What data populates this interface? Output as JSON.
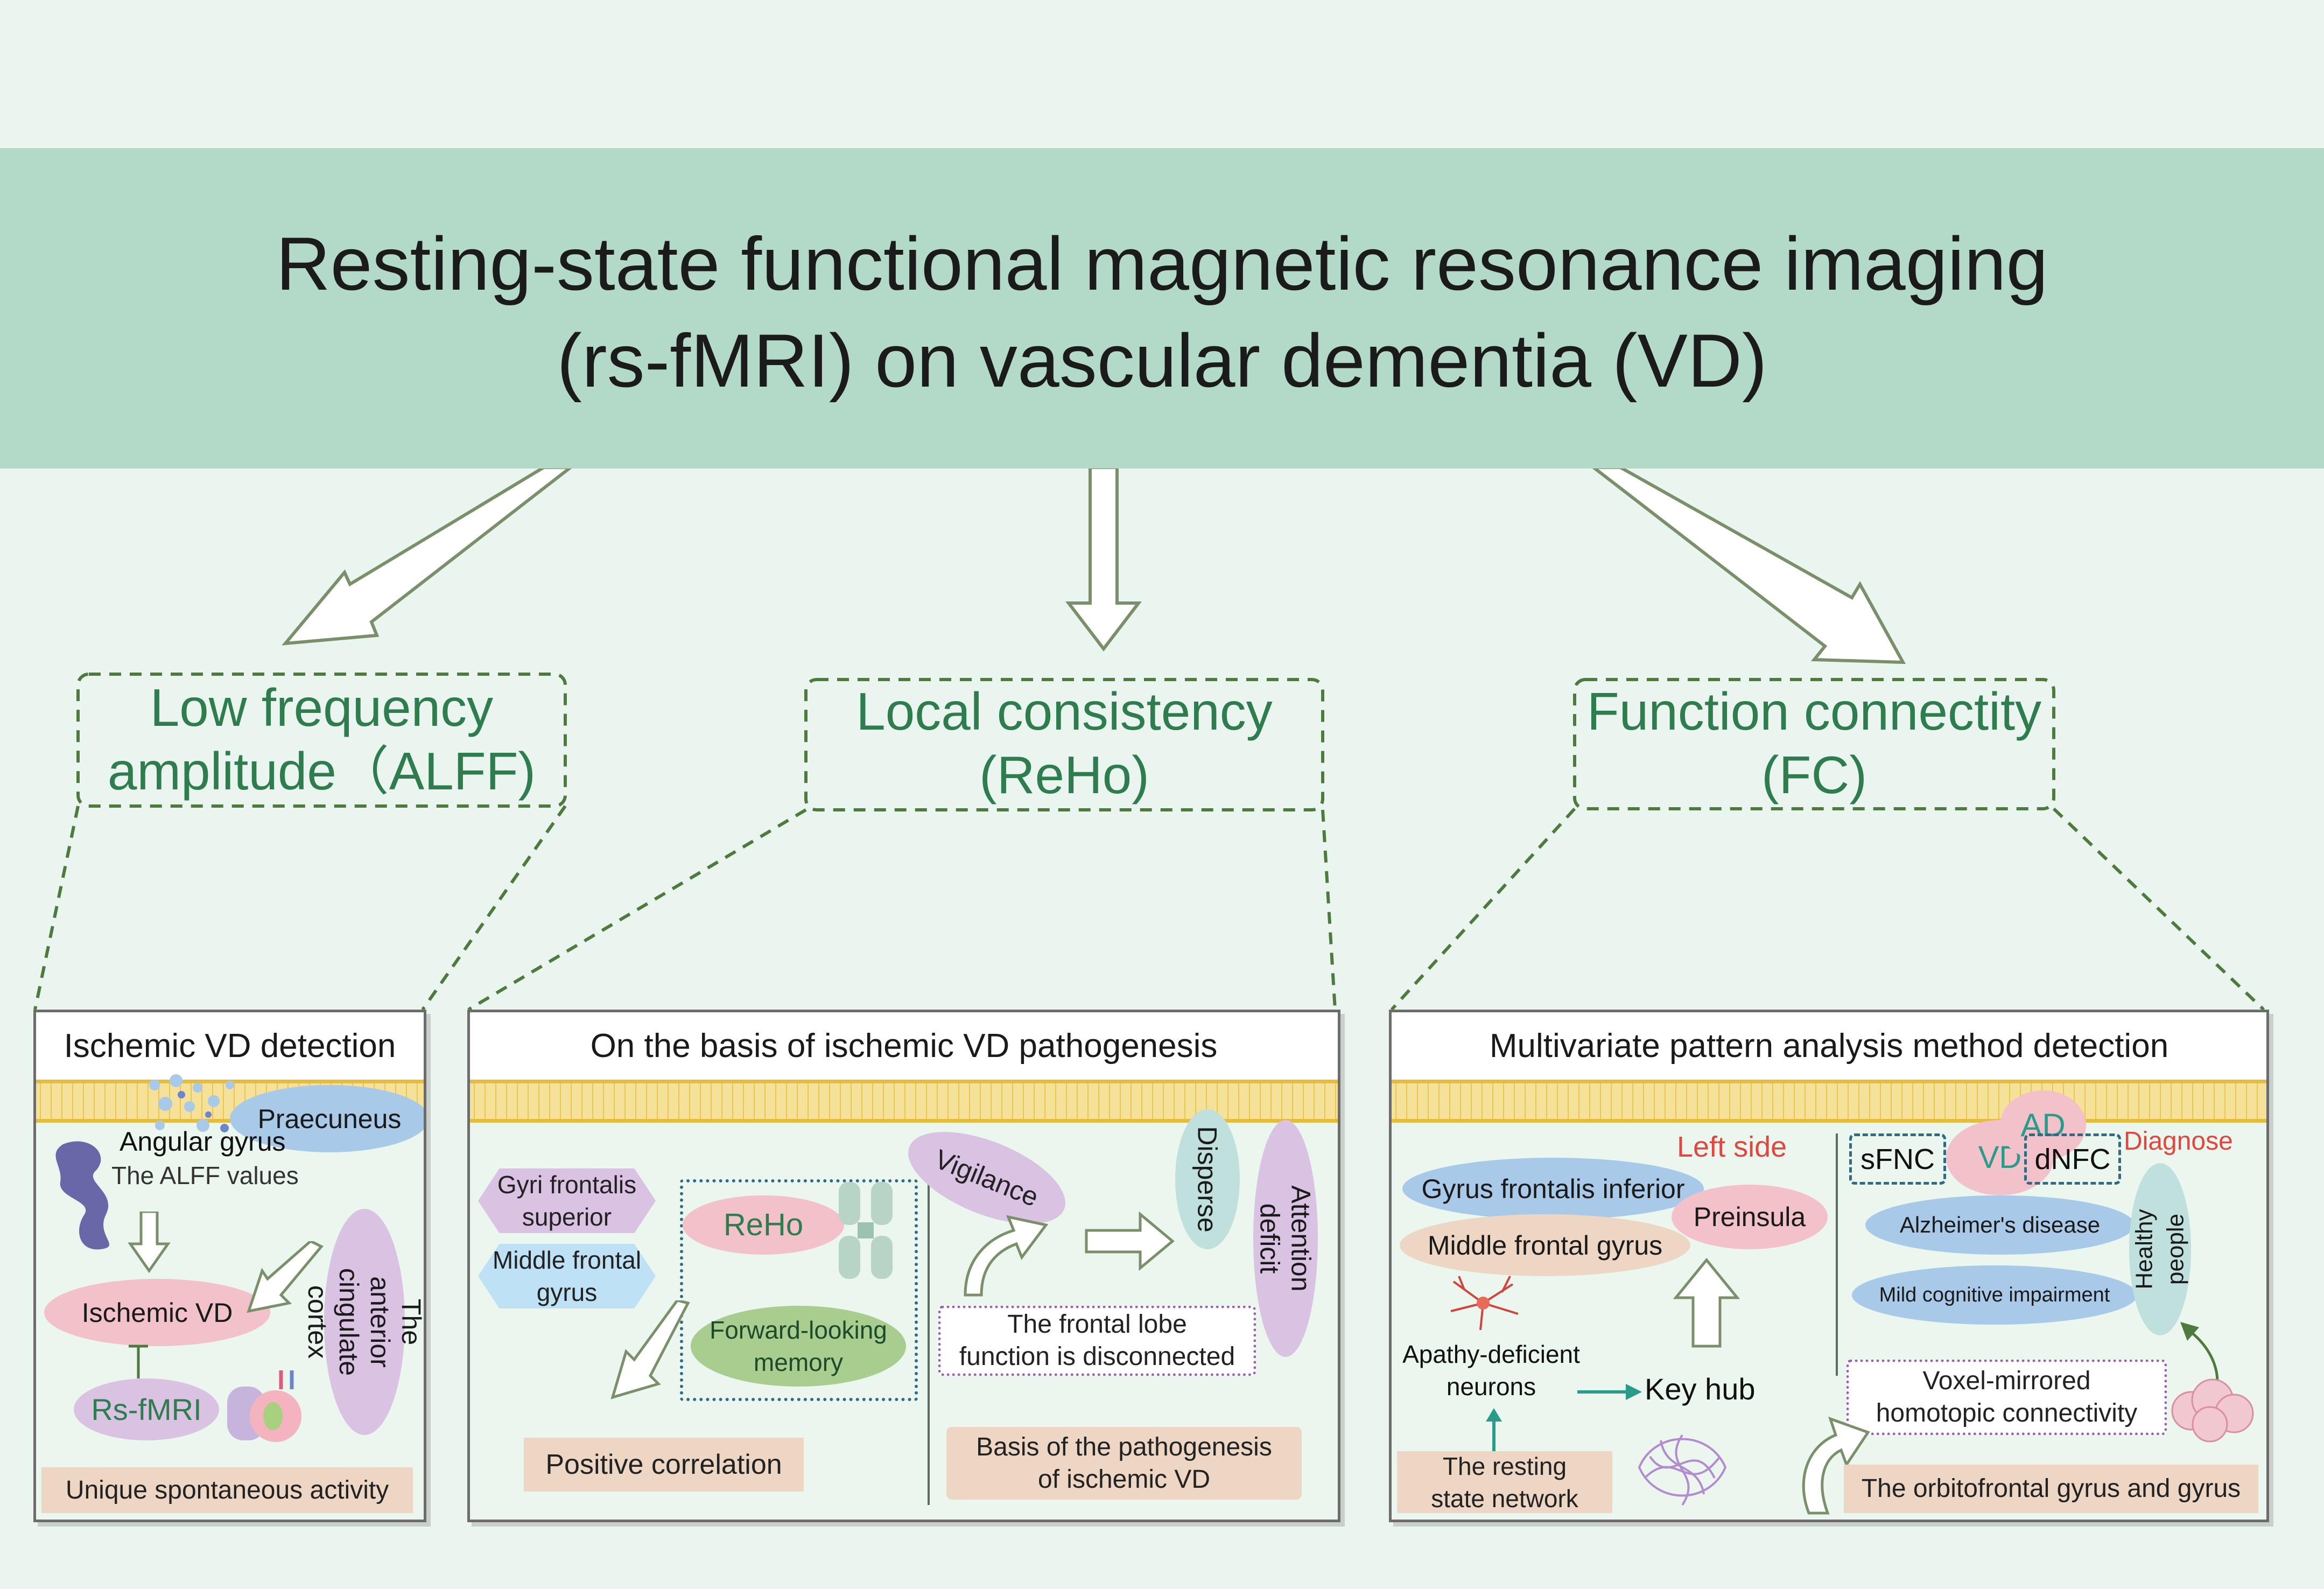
{
  "header": {
    "title": "Resting-state functional magnetic resonance imaging\n(rs-fMRI) on vascular dementia (VD)"
  },
  "methods": [
    {
      "title": "Low frequency\namplitude（ALFF)"
    },
    {
      "title": "Local consistency\n(ReHo)"
    },
    {
      "title": "Function connectity\n(FC)"
    }
  ],
  "panel_alff": {
    "heading": "Ischemic VD detection",
    "praecuneus": "Praecuneus",
    "angular_gyrus": "Angular gyrus",
    "alff_values": "The ALFF values",
    "ischemic_vd": "Ischemic VD",
    "anterior_cingulate": "The anterior\ncingulate cortex",
    "rs_fmri": "Rs-fMRI",
    "footer": "Unique spontaneous activity"
  },
  "panel_reho": {
    "heading": "On the basis of ischemic VD pathogenesis",
    "gyri_frontalis": "Gyri frontalis\nsuperior",
    "middle_frontal": "Middle frontal\ngyrus",
    "reho": "ReHo",
    "forward_memory": "Forward-looking\nmemory",
    "positive_correlation": "Positive correlation",
    "vigilance": "Vigilance",
    "disperse": "Disperse",
    "attention_deficit": "Attention deficit",
    "frontal_lobe": "The frontal lobe\nfunction is disconnected",
    "basis_pathogenesis": "Basis of the pathogenesis\nof ischemic VD"
  },
  "panel_fc": {
    "heading": "Multivariate pattern analysis method detection",
    "left_side": "Left side",
    "gyrus_frontalis_inferior": "Gyrus frontalis inferior",
    "middle_frontal": "Middle frontal gyrus",
    "preinsula": "Preinsula",
    "apathy_neurons": "Apathy-deficient\nneurons",
    "key_hub": "Key hub",
    "resting_network": "The resting\nstate network",
    "sfnc": "sFNC",
    "vd": "VD",
    "ad": "AD",
    "dnfc": "dNFC",
    "diagnose": "Diagnose",
    "alzheimers": "Alzheimer's disease",
    "mci": "Mild cognitive impairment",
    "healthy_people": "Healthy people",
    "voxel_mirrored": "Voxel-mirrored\nhomotopic connectivity",
    "orbitofrontal": "The orbitofrontal gyrus and gyrus"
  },
  "colors": {
    "background": "#e9f5ee",
    "title_band": "#b3dac9",
    "method_green": "#2f7c4e",
    "dashed_green": "#4e7a3e",
    "membrane_yellow": "#e5bd3c",
    "purple_oval": "#d9c2e2",
    "blue_oval": "#a9c9e9",
    "pink_oval": "#f3c1c9",
    "teal_oval": "#bfe0dc",
    "green_oval": "#a9cc8f",
    "tan_box": "#edd6c3",
    "red_text": "#e0473f",
    "teal_text": "#2a9a8a"
  },
  "icons": [
    "hollow-arrow-icon",
    "brain-lobe-icon",
    "vesicle-dots-icon",
    "brain-organ-icon",
    "neuron-icon",
    "fiber-tangle-icon",
    "cells-cluster-icon",
    "receptor-icon"
  ]
}
